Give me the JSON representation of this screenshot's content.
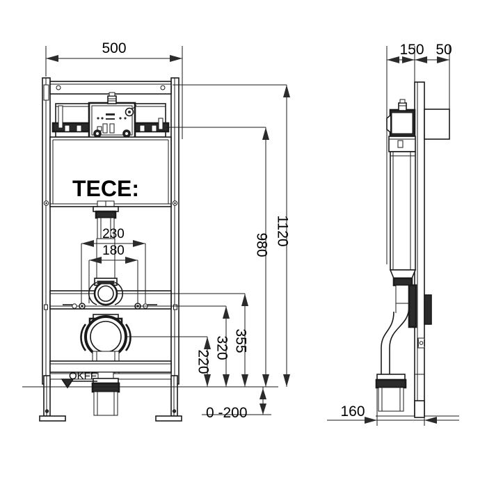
{
  "drawing": {
    "title": "TECE installation frame technical drawing",
    "brand_logo": "TECE:",
    "floor_level_label": "OKFF",
    "line_color": "#1a1a1a",
    "background_color": "#ffffff",
    "views": {
      "front": {
        "name": "front-elevation"
      },
      "side": {
        "name": "side-elevation"
      }
    }
  },
  "dimensions": {
    "front": {
      "width_overall": "500",
      "outlet_outer": "230",
      "outlet_inner": "180",
      "height_water_connection": "220",
      "height_waste_center": "320",
      "height_waste_upper": "355",
      "height_cistern_lower": "980",
      "height_overall": "1120",
      "floor_adjust": "0 -200"
    },
    "side": {
      "depth_cistern": "150",
      "depth_wall_offset": "50",
      "depth_base": "160"
    }
  },
  "labels": {
    "okff": "OKFF",
    "logo": "TECE:"
  }
}
